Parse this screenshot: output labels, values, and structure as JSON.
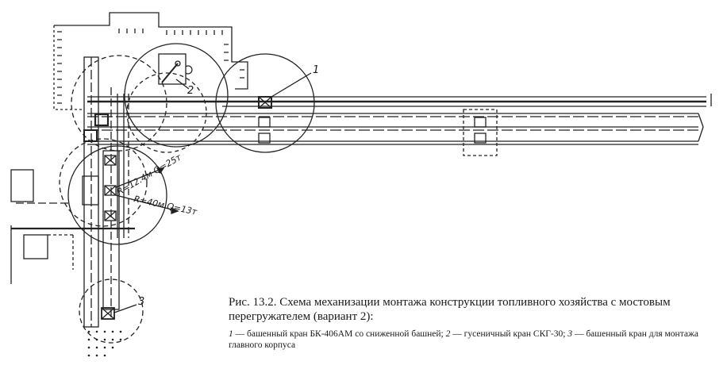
{
  "labels": {
    "crane1": "1",
    "crane2": "2",
    "crane3": "3",
    "radius_small": "R=12.4м  Q=25т",
    "radius_large": "R=40м  Q=13т"
  },
  "caption": {
    "title": "Рис. 13.2. Схема механизации монтажа конструкции топливного хозяйства с мостовым перегружателем (вариант 2):",
    "legend": [
      {
        "num": "1",
        "text": " — башенный кран БК-406АМ со сниженной башней; "
      },
      {
        "num": "2",
        "text": " — гусеничный кран СКГ-30; "
      },
      {
        "num": "3",
        "text": " — башенный кран для монтажа главного корпуса"
      }
    ]
  }
}
